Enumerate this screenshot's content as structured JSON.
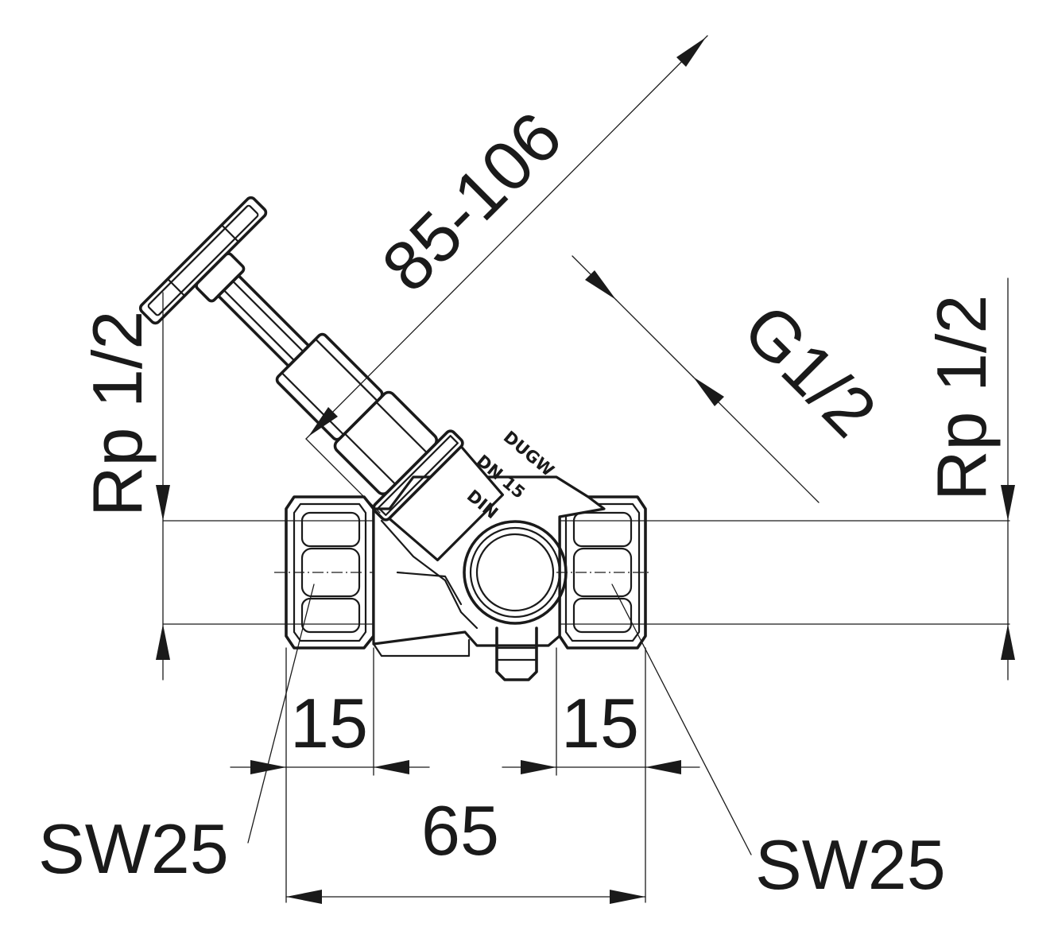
{
  "dimensions": {
    "overall_length": "65",
    "left_thread_length": "15",
    "right_thread_length": "15",
    "left_spanner": "SW25",
    "right_spanner": "SW25",
    "left_thread": "Rp 1/2",
    "right_thread": "Rp 1/2",
    "spindle_thread": "G1/2",
    "height_range": "85-106"
  },
  "markings": {
    "line1": "DUGW",
    "line2": "DN 15",
    "line3": "DIN"
  }
}
